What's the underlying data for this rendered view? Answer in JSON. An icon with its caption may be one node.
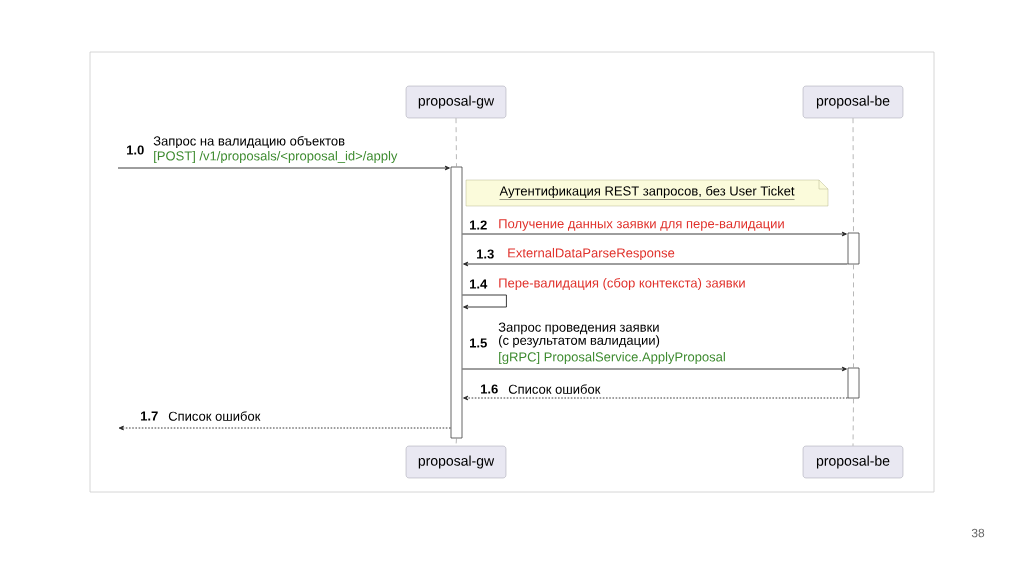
{
  "diagram": {
    "nodes": [
      {
        "text": [
          "proposal-gw"
        ]
      },
      {
        "text": [
          "proposal-be"
        ]
      },
      {
        "text": [
          "proposal-gw"
        ]
      },
      {
        "text": [
          "proposal-be"
        ]
      },
      {
        "text": [],
        "shape": "bar"
      },
      {
        "text": [],
        "shape": "bar"
      },
      {
        "text": [],
        "shape": "bar"
      },
      {
        "text": [
          "Аутентификация REST запросов, без User Ticket"
        ]
      }
    ],
    "edges": [
      {
        "from": null,
        "to": 4,
        "arrow": "to",
        "label": "Запрос на валидацию объектов"
      },
      {
        "from": 4,
        "to": 5,
        "arrow": "to",
        "label": "Получение данных заявки для пере-валидации"
      },
      {
        "from": 5,
        "to": 4,
        "arrow": "to",
        "label": "ExternalDataParseResponse"
      },
      {
        "from": 4,
        "to": 4,
        "arrow": "to",
        "label": "Пере-валидация (сбор контекста) заявки"
      },
      {
        "from": 4,
        "to": 6,
        "arrow": "to",
        "label": "Запрос проведения заявки (с результатом валидации)"
      },
      {
        "from": 6,
        "to": 4,
        "arrow": "to",
        "style": "dashed",
        "label": "Список ошибок"
      },
      {
        "from": 4,
        "to": null,
        "arrow": "to",
        "style": "dashed",
        "label": "Список ошибок"
      },
      {
        "from": 0,
        "to": 4,
        "arrow": "none",
        "style": "dashed",
        "color": "#9a9a9a"
      },
      {
        "from": 4,
        "to": 2,
        "arrow": "none",
        "style": "dashed",
        "color": "#9a9a9a"
      },
      {
        "from": 1,
        "to": 5,
        "arrow": "none",
        "style": "dashed",
        "color": "#9a9a9a"
      },
      {
        "from": 5,
        "to": 6,
        "arrow": "none",
        "style": "dashed",
        "color": "#9a9a9a"
      },
      {
        "from": 6,
        "to": 3,
        "arrow": "none",
        "style": "dashed",
        "color": "#9a9a9a"
      }
    ],
    "labels": [
      "1.0",
      "[POST] /v1/proposals/<proposal_id>/apply",
      "1.2",
      "1.3",
      "1.4",
      "1.5",
      "[gRPC] ProposalService.ApplyProposal",
      "1.6",
      "1.7",
      "38"
    ]
  }
}
